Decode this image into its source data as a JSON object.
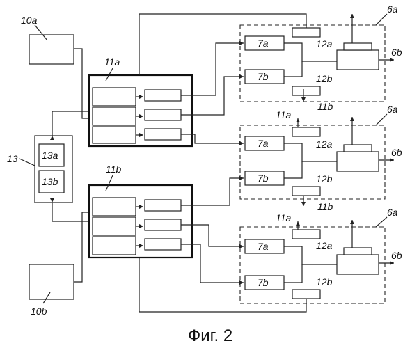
{
  "labels": {
    "l10a": "10a",
    "l10b": "10b",
    "l11a": "11a",
    "l11b": "11b",
    "l13": "13",
    "l13a": "13a",
    "l13b": "13b",
    "l6a": "6a",
    "l6b": "6b",
    "l7a": "7a",
    "l7b": "7b",
    "l12a": "12a",
    "l12b": "12b"
  },
  "caption": "Фиг. 2"
}
